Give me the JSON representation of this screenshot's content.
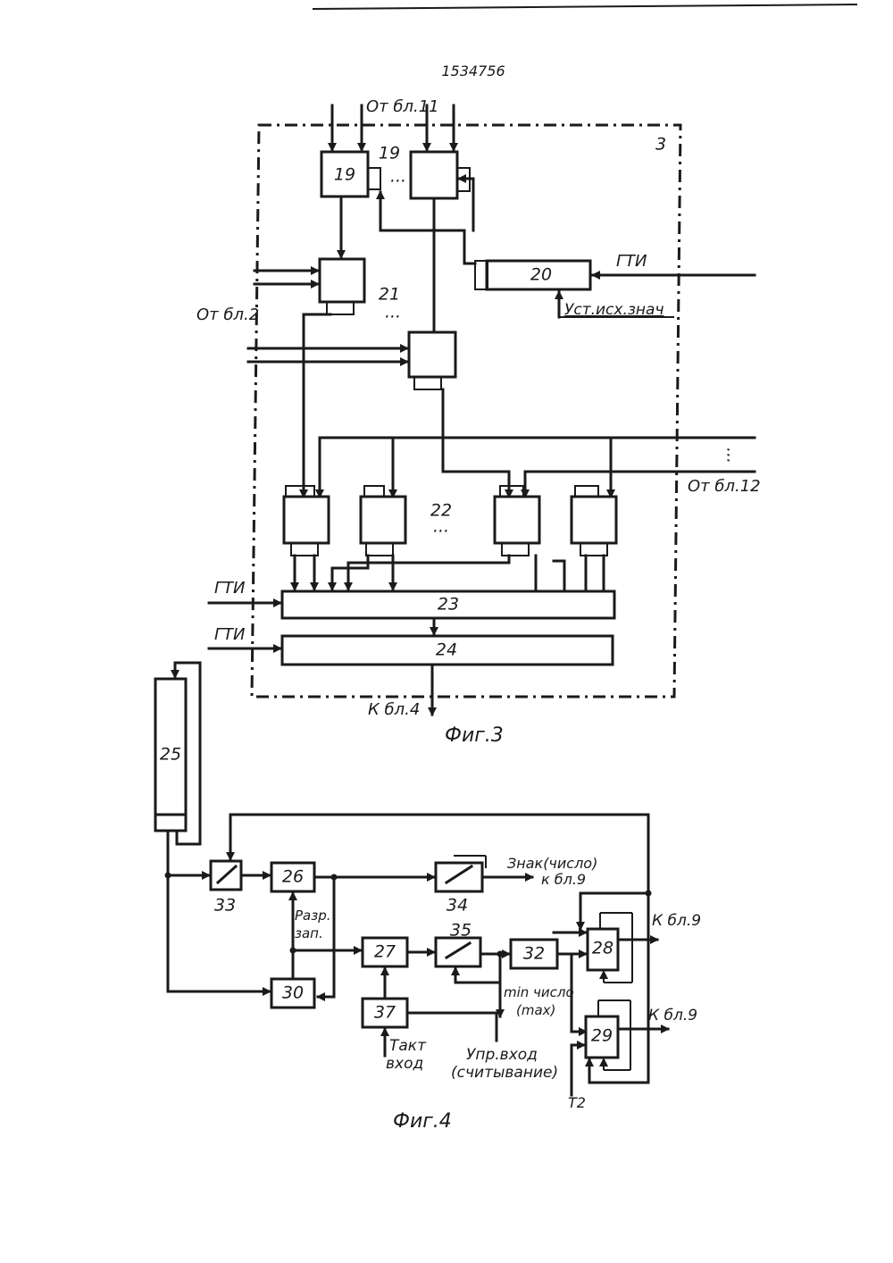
{
  "patent_number": "1534756",
  "fig3": {
    "caption": "Фиг.3",
    "unit_label": "3",
    "blocks": {
      "b19": "19",
      "b19_label": "19",
      "b20": "20",
      "b21": "21",
      "b22": "22",
      "b23": "23",
      "b24": "24"
    },
    "labels": {
      "from_block11": "От бл.11",
      "from_block2": "От бл.2",
      "from_block12": "От бл.12",
      "gti_top": "ГТИ",
      "gti_23": "ГТИ",
      "gti_24": "ГТИ",
      "init_value": "Уст.исх.знач",
      "to_block4": "К бл.4",
      "ellipsis": "..."
    }
  },
  "fig4": {
    "caption": "Фиг.4",
    "blocks": {
      "b25": "25",
      "b26": "26",
      "b27": "27",
      "b28": "28",
      "b29": "29",
      "b30": "30",
      "b32": "32",
      "b33": "33",
      "b34": "34",
      "b35": "35",
      "b37": "37"
    },
    "labels": {
      "sign_number": "Знак(число)",
      "to_block9_a": "к бл.9",
      "to_block9_b": "К бл.9",
      "to_block9_c": "К бл.9",
      "write_enable_1": "Разр.",
      "write_enable_2": "зап.",
      "min_number": "min число",
      "max": "(max)",
      "clock_input_1": "Такт",
      "clock_input_2": "вход",
      "ctrl_input_1": "Упр.вход",
      "ctrl_input_2": "(считывание)",
      "t2": "Т2"
    }
  }
}
